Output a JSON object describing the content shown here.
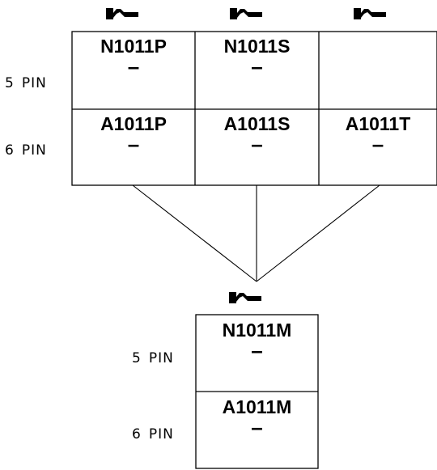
{
  "top_grid": {
    "columns": [
      {
        "icon": "contact-terminal-icon"
      },
      {
        "icon": "contact-terminal-icon"
      },
      {
        "icon": "contact-terminal-icon"
      }
    ],
    "rows": [
      {
        "pin_count": "5",
        "pin_label": "PIN",
        "cells": [
          {
            "code": "N1011P",
            "suffix": "–"
          },
          {
            "code": "N1011S",
            "suffix": "–"
          },
          {
            "code": "",
            "suffix": ""
          }
        ]
      },
      {
        "pin_count": "6",
        "pin_label": "PIN",
        "cells": [
          {
            "code": "A1011P",
            "suffix": "–"
          },
          {
            "code": "A1011S",
            "suffix": "–"
          },
          {
            "code": "A1011T",
            "suffix": "–"
          }
        ]
      }
    ]
  },
  "bottom_grid": {
    "icon": "contact-terminal-icon",
    "rows": [
      {
        "pin_count": "5",
        "pin_label": "PIN",
        "code": "N1011M",
        "suffix": "–"
      },
      {
        "pin_count": "6",
        "pin_label": "PIN",
        "code": "A1011M",
        "suffix": "–"
      }
    ]
  }
}
